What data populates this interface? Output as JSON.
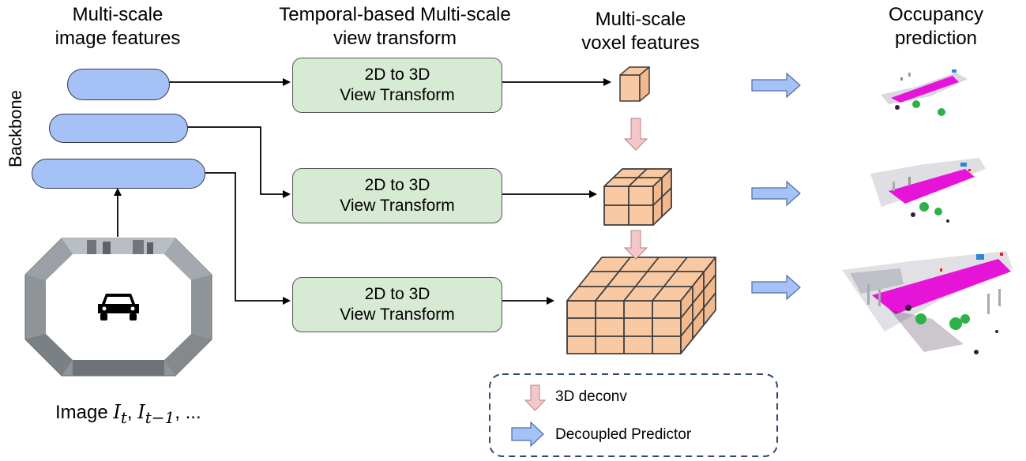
{
  "headers": {
    "col1": [
      "Multi-scale",
      "image features"
    ],
    "col2": [
      "Temporal-based Multi-scale",
      "view transform"
    ],
    "col3": [
      "Multi-scale",
      "voxel features"
    ],
    "col4": [
      "Occupancy",
      "prediction"
    ]
  },
  "backbone_label": "Backbone",
  "view_transform": {
    "line1": "2D to 3D",
    "line2": "View Transform"
  },
  "image_caption": {
    "prefix": "Image ",
    "i_t": "I",
    "sub_t": "t",
    "i_t1": "I",
    "sub_t1": "t−1",
    "suffix": ", ..."
  },
  "legend": {
    "deconv": "3D deconv",
    "predictor": "Decoupled Predictor"
  },
  "colors": {
    "feature_box": "#a6c1f5",
    "view_transform_box": "#d7ead3",
    "voxel": "#f9c9a3",
    "deconv_arrow": "#f4c7c9",
    "predictor_arrow": "#a6c1f5",
    "legend_border": "#2f4a70",
    "occupancy_road": "#e614d9",
    "occupancy_veg": "#2fb14a",
    "occupancy_building": "#a8a8b0"
  }
}
